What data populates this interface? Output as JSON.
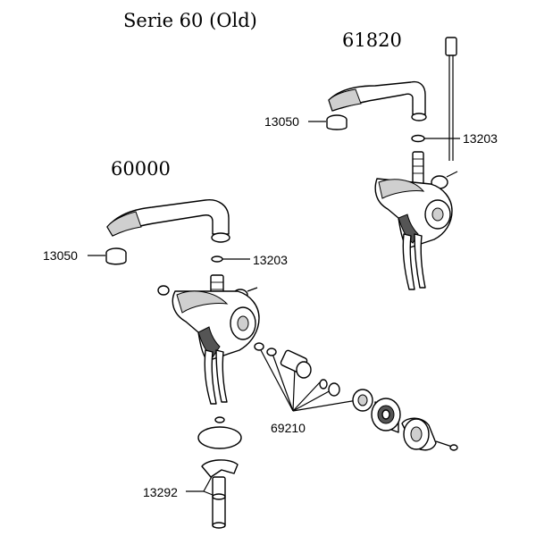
{
  "title": "Serie 60 (Old)",
  "models": {
    "left": "60000",
    "right": "61820"
  },
  "callouts": {
    "right_aerator": "13050",
    "right_oring": "13203",
    "left_aerator": "13050",
    "left_oring": "13203",
    "cartridge_kit": "69210",
    "pop_up": "13292"
  }
}
